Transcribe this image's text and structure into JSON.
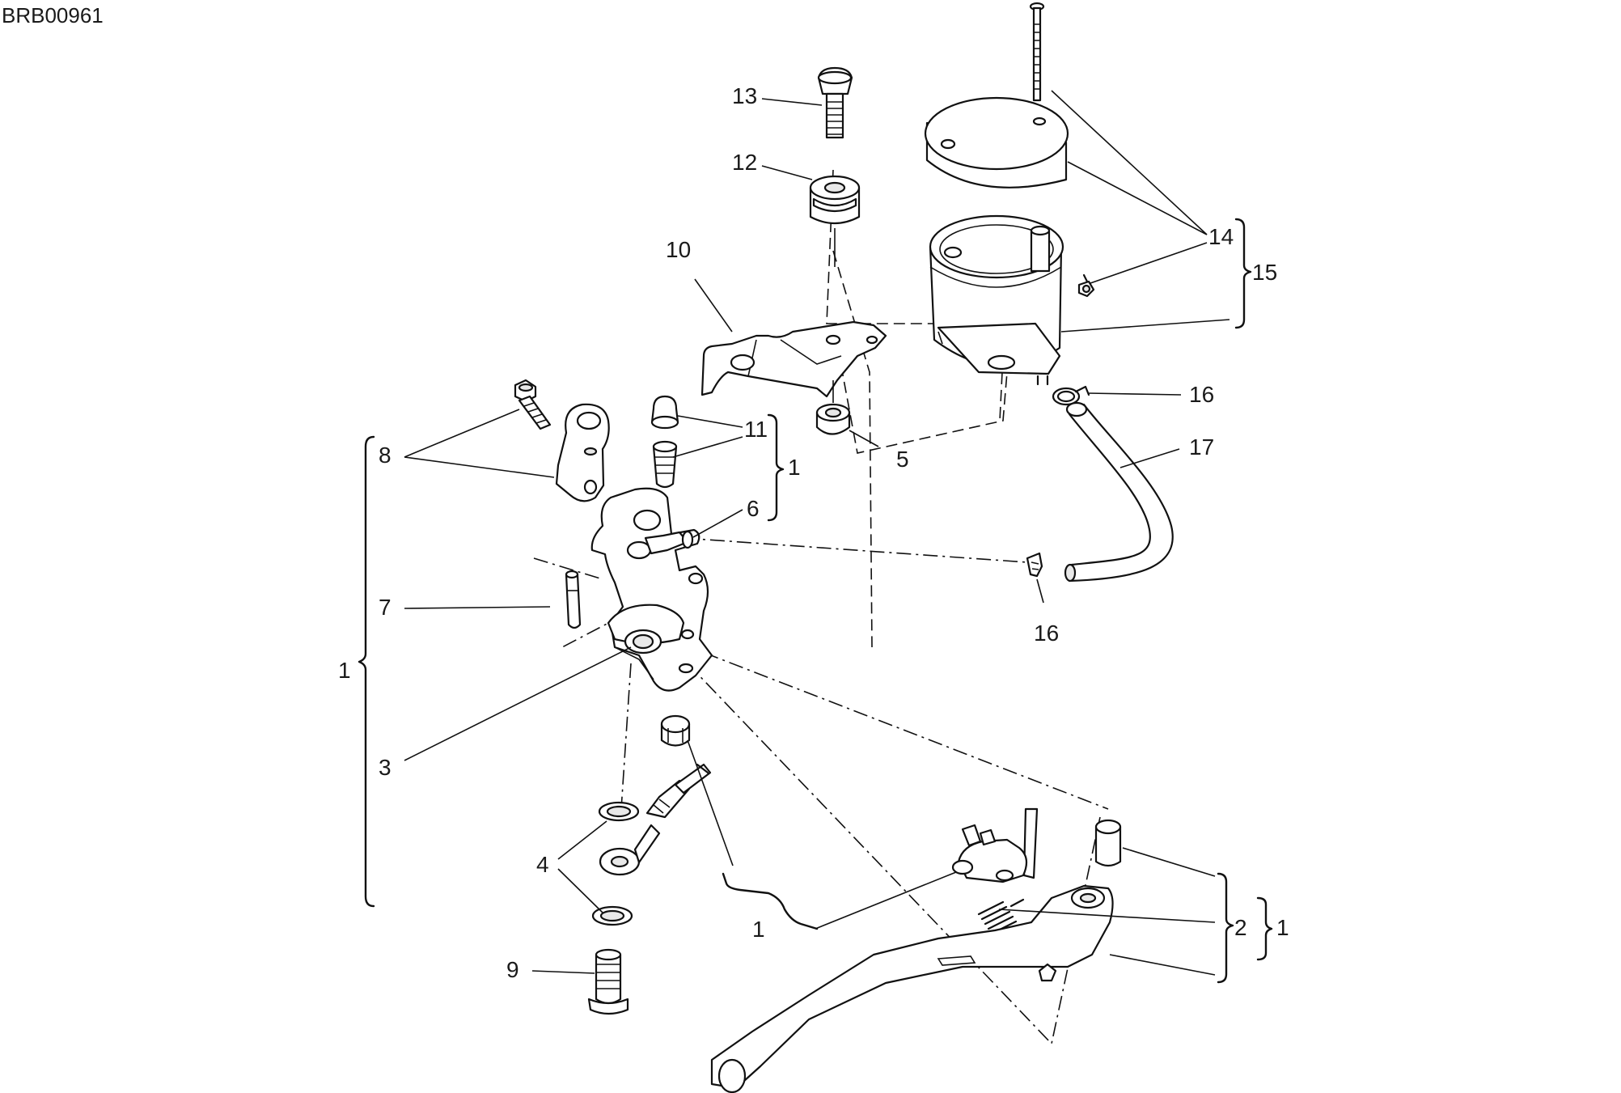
{
  "drawing_code": "BRB00961",
  "callouts": [
    {
      "id": "c13",
      "text": "13"
    },
    {
      "id": "c12",
      "text": "12"
    },
    {
      "id": "c10",
      "text": "10"
    },
    {
      "id": "c14",
      "text": "14"
    },
    {
      "id": "c15",
      "text": "15"
    },
    {
      "id": "c16a",
      "text": "16"
    },
    {
      "id": "c17",
      "text": "17"
    },
    {
      "id": "c16b",
      "text": "16"
    },
    {
      "id": "c11",
      "text": "11"
    },
    {
      "id": "c1a",
      "text": "1"
    },
    {
      "id": "c6",
      "text": "6"
    },
    {
      "id": "c5",
      "text": "5"
    },
    {
      "id": "c8",
      "text": "8"
    },
    {
      "id": "c7",
      "text": "7"
    },
    {
      "id": "c1b",
      "text": "1"
    },
    {
      "id": "c3",
      "text": "3"
    },
    {
      "id": "c4",
      "text": "4"
    },
    {
      "id": "c9",
      "text": "9"
    },
    {
      "id": "c1c",
      "text": "1"
    },
    {
      "id": "c2",
      "text": "2"
    },
    {
      "id": "c1d",
      "text": "1"
    }
  ]
}
